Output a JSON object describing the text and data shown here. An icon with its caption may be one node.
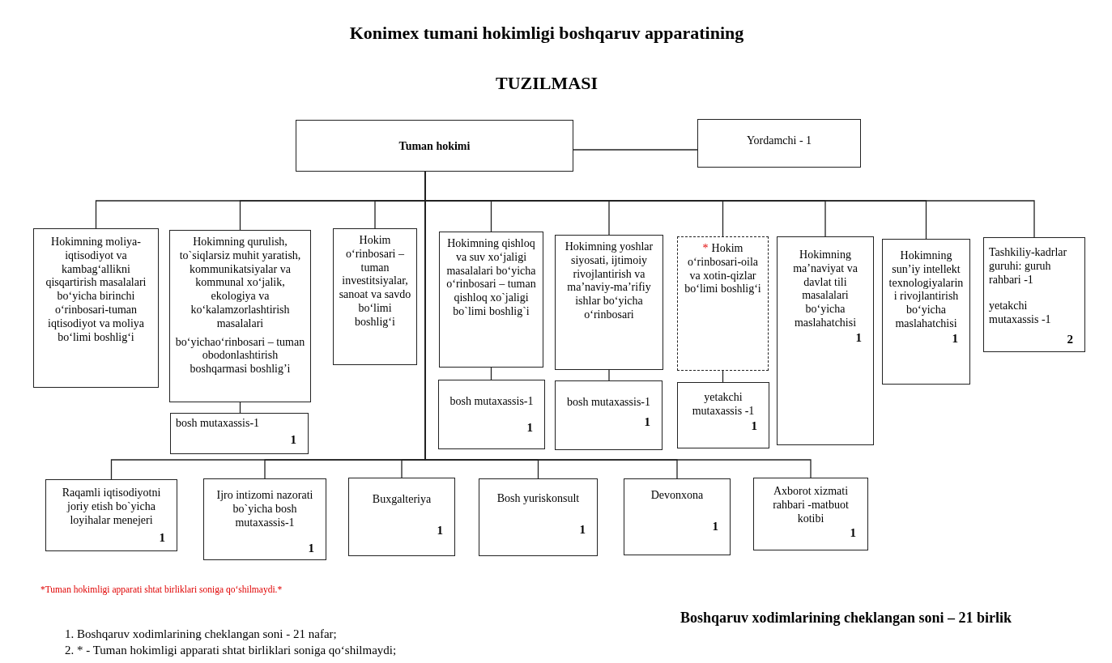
{
  "diagram": {
    "title": "Konimex tumani hokimligi boshqaruv apparatining",
    "nodes": [
      {
        "text": [
          "Tuman hokimi"
        ]
      },
      {
        "text": [
          "Yordamchi - 1"
        ]
      },
      {
        "text": [
          "Hokimning moliya-iqtisodiyot va kambag‘allikni qisqartirish masalalari bo‘yicha birinchi o‘rinbosari-tuman iqtisodiyot va moliya bo‘limi boshlig‘i"
        ]
      },
      {
        "text": [
          "Hokimning qurulish, to`siqlarsiz muhit yaratish, kommunikatsiyalar va kommunal xo‘jalik, ekologiya va ko‘kalamzorlashtirish masalalari",
          "bo‘yichao‘rinbosari – tuman obodonlashtirish boshqarmasi boshlig’i"
        ]
      },
      {
        "text": [
          "Hokim o‘rinbosari – tuman investitsiyalar, sanoat va savdo bo‘limi boshlig‘i"
        ]
      },
      {
        "text": [
          "Hokimning qishloq va suv xo‘jaligi masalalari bo‘yicha o‘rinbosari – tuman qishloq xo`jaligi bo`limi boshlig`i"
        ]
      },
      {
        "text": [
          "Hokimning yoshlar siyosati, ijtimoiy rivojlantirish va ma’naviy-ma’rifiy ishlar bo‘yicha o‘rinbosari"
        ]
      },
      {
        "text": [
          "*",
          "Hokim o‘rinbosari-oila va xotin-qizlar bo‘limi boshlig‘i"
        ]
      },
      {
        "text": [
          "Hokimning ma’naviyat va davlat tili masalalari bo‘yicha maslahatchisi",
          "1"
        ]
      },
      {
        "text": [
          "Hokimning sun’iy intellekt texnologiyalarini rivojlantirish bo‘yicha maslahatchisi",
          "1"
        ]
      },
      {
        "text": [
          "Tashkiliy-kadrlar guruhi: guruh rahbari -1",
          "yetakchi mutaxassis -1",
          "2"
        ]
      },
      {
        "text": [
          "bosh mutaxassis-1",
          "1"
        ]
      },
      {
        "text": [
          "bosh mutaxassis-1",
          "1"
        ]
      },
      {
        "text": [
          "bosh mutaxassis-1",
          "1"
        ]
      },
      {
        "text": [
          "yetakchi mutaxassis -1",
          "1"
        ]
      },
      {
        "text": [
          "Raqamli iqtisodiyotni joriy etish bo`yicha loyihalar menejeri",
          "1"
        ]
      },
      {
        "text": [
          "Ijro intizomi nazorati bo`yicha bosh mutaxassis-1",
          "1"
        ]
      },
      {
        "text": [
          "Buxgalteriya",
          "1"
        ]
      },
      {
        "text": [
          "Bosh yuriskonsult",
          "1"
        ]
      },
      {
        "text": [
          "Devonxona",
          "1"
        ]
      },
      {
        "text": [
          "Axborot xizmati rahbari -matbuot kotibi",
          "1"
        ]
      }
    ],
    "edges": [
      {
        "from": 0,
        "to": 1,
        "arrow": "none"
      },
      {
        "from": 0,
        "to": 2,
        "arrow": "none"
      },
      {
        "from": 0,
        "to": 3,
        "arrow": "none"
      },
      {
        "from": 0,
        "to": 4,
        "arrow": "none"
      },
      {
        "from": 0,
        "to": 5,
        "arrow": "none"
      },
      {
        "from": 0,
        "to": 6,
        "arrow": "none"
      },
      {
        "from": 0,
        "to": 7,
        "arrow": "none"
      },
      {
        "from": 0,
        "to": 8,
        "arrow": "none"
      },
      {
        "from": 0,
        "to": 9,
        "arrow": "none"
      },
      {
        "from": 0,
        "to": 10,
        "arrow": "none"
      },
      {
        "from": 3,
        "to": 11,
        "arrow": "none"
      },
      {
        "from": 5,
        "to": 12,
        "arrow": "none"
      },
      {
        "from": 6,
        "to": 13,
        "arrow": "none"
      },
      {
        "from": 7,
        "to": 14,
        "arrow": "none"
      },
      {
        "from": 0,
        "to": 15,
        "arrow": "none"
      },
      {
        "from": 0,
        "to": 16,
        "arrow": "none"
      },
      {
        "from": 0,
        "to": 17,
        "arrow": "none"
      },
      {
        "from": 0,
        "to": 18,
        "arrow": "none"
      },
      {
        "from": 0,
        "to": 19,
        "arrow": "none"
      },
      {
        "from": 0,
        "to": 20,
        "arrow": "none"
      }
    ],
    "labels": [
      "TUZILMASI",
      "*Tuman hokimligi apparati shtat birliklari soniga qo‘shilmaydi.*",
      "Boshqaruv xodimlarining cheklangan soni – 21 birlik",
      "1. Boshqaruv xodimlarining cheklangan soni - 21 nafar;",
      "2. * - Tuman hokimligi apparati shtat birliklari soniga qo‘shilmaydi;"
    ]
  }
}
